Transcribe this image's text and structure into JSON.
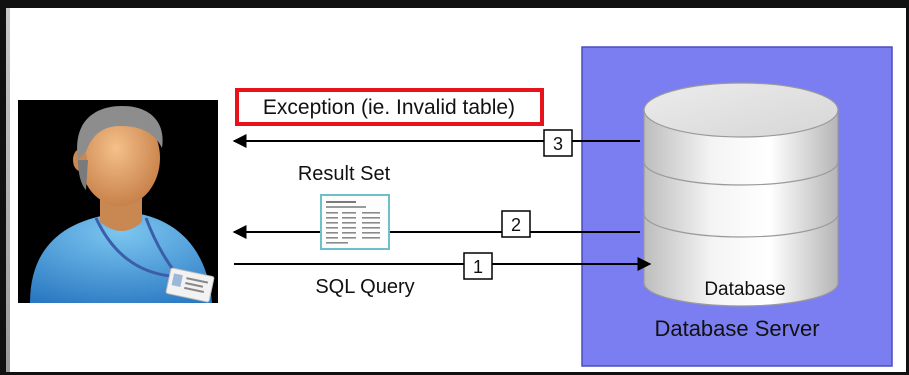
{
  "exception_label": "Exception (ie. Invalid table)",
  "result_set_label": "Result Set",
  "sql_query_label": "SQL Query",
  "database_label": "Database",
  "database_server_label": "Database Server",
  "steps": {
    "one": "1",
    "two": "2",
    "three": "3"
  },
  "colors": {
    "server_fill": "#7b7ef0",
    "exception_border": "#e8121a",
    "user_background": "#000000",
    "arrow": "#000000"
  }
}
